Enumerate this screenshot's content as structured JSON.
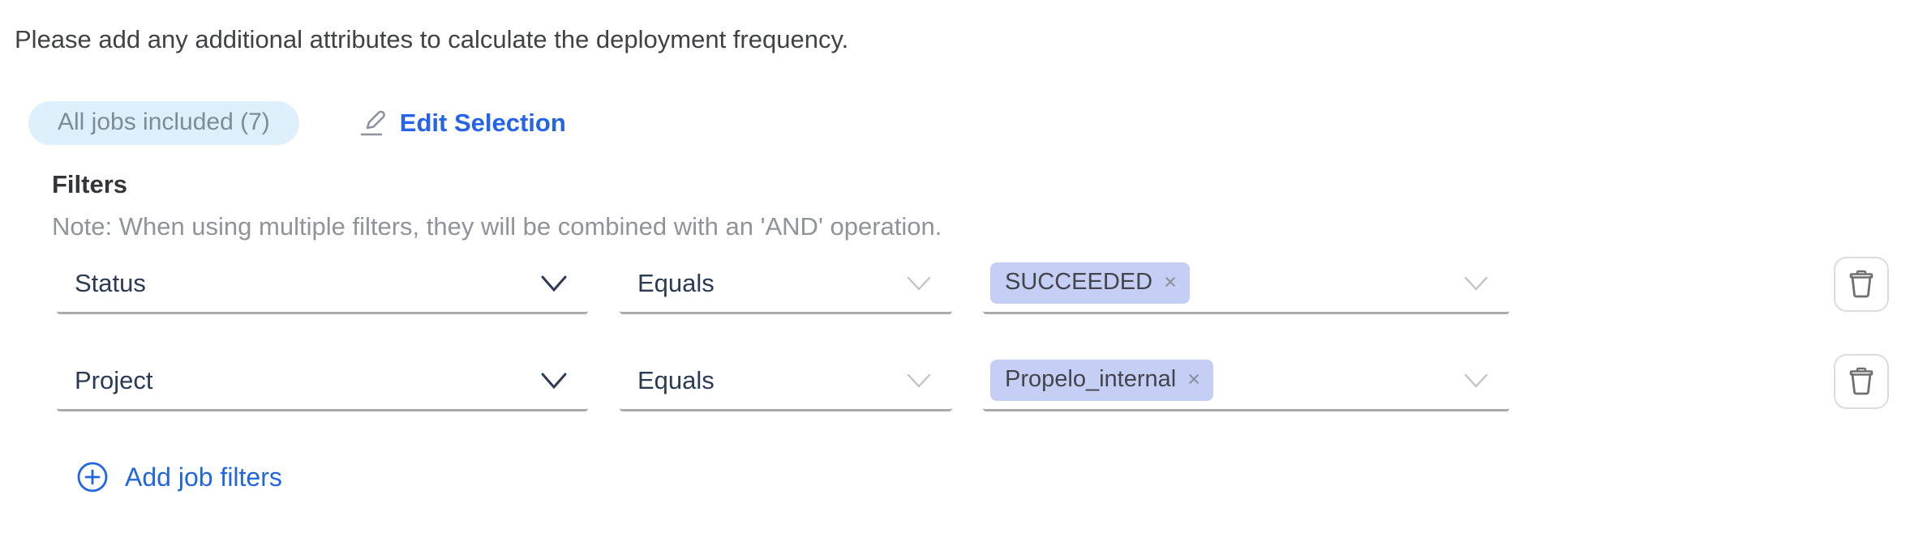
{
  "header": {
    "instruction": "Please add any additional attributes to calculate the deployment frequency."
  },
  "jobs_selection": {
    "badge": "All jobs included (7)",
    "edit_button": "Edit Selection"
  },
  "filters": {
    "heading": "Filters",
    "note": "Note: When using multiple filters, they will be combined with an 'AND' operation.",
    "add_button": "Add job filters",
    "remove_icon": "×",
    "rows": [
      {
        "field": "Status",
        "operator": "Equals",
        "values": [
          "SUCCEEDED"
        ]
      },
      {
        "field": "Project",
        "operator": "Equals",
        "values": [
          "Propelo_internal"
        ]
      }
    ]
  },
  "colors": {
    "accent_blue": "#2563eb",
    "badge_bg": "#def0fb",
    "badge_text": "#7e8b99",
    "tag_bg": "#c5cef5",
    "select_text": "#2b3a55",
    "muted_text": "#8f9499",
    "underline": "#aaaaaa"
  }
}
